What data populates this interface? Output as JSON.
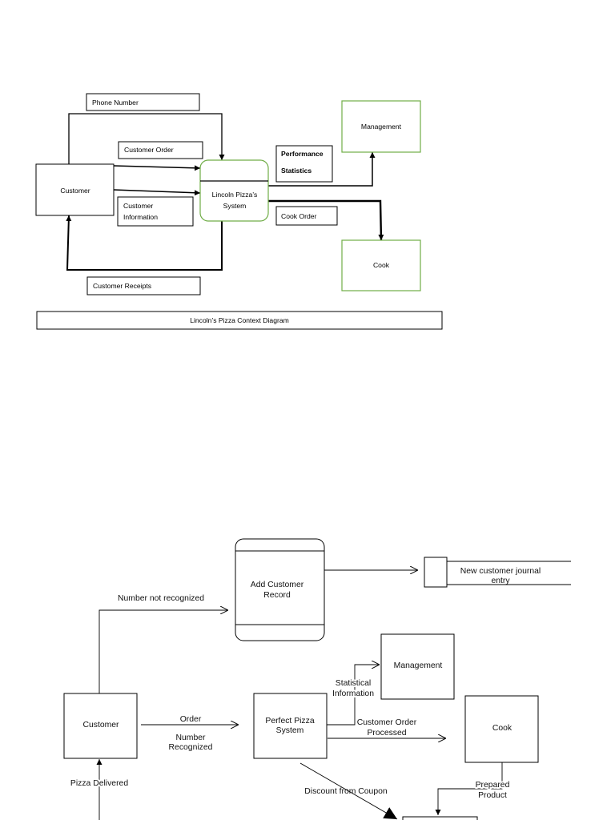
{
  "colors": {
    "context_entity_border": "#70ad47"
  },
  "context_diagram": {
    "entities": {
      "customer": "Customer",
      "management": "Management",
      "cook": "Cook"
    },
    "process": [
      "Lincoln Pizza’s",
      "System"
    ],
    "flows": {
      "phone_number": "Phone Number",
      "customer_order": "Customer Order",
      "customer_information": [
        "Customer",
        "Information"
      ],
      "performance_statistics": [
        "Performance",
        "Statistics"
      ],
      "cook_order": "Cook Order",
      "customer_receipts": "Customer Receipts"
    },
    "caption": "Lincoln’s Pizza Context Diagram"
  },
  "data_flow_diagram": {
    "entities": {
      "customer": "Customer",
      "management": "Management",
      "cook": "Cook"
    },
    "processes": {
      "add_customer_record": [
        "Add Customer",
        "Record"
      ],
      "perfect_pizza_system": [
        "Perfect Pizza",
        "System"
      ]
    },
    "data_store": [
      "New customer journal",
      "entry"
    ],
    "flows": {
      "number_not_recognized": "Number not recognized",
      "statistical_information": [
        "Statistical",
        "Information"
      ],
      "order": "Order",
      "number_recognized": [
        "Number",
        "Recognized"
      ],
      "customer_order_processed": [
        "Customer Order",
        "Processed"
      ],
      "prepared_product": [
        "Prepared",
        "Product"
      ],
      "pizza_delivered": "Pizza Delivered",
      "discount_from_coupon": "Discount from Coupon"
    }
  }
}
